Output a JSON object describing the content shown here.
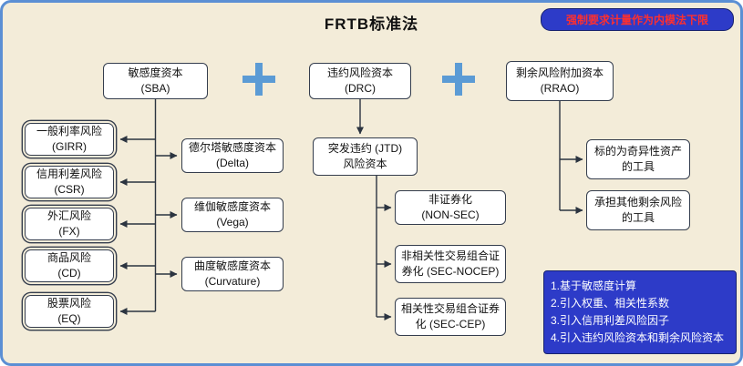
{
  "title": "FRTB标准法",
  "badge": {
    "text": "强制要求计量作为内模法下限"
  },
  "operators": [
    "+",
    "+"
  ],
  "colors": {
    "background": "#f3ecd9",
    "frame_blue": "#5b8fd4",
    "plus_blue": "#5b9bd5",
    "panel_blue": "#2d3bc8",
    "badge_text_red": "#ff2f2f",
    "box_border": "#343d4d",
    "box_fill": "#ffffff"
  },
  "nodes": {
    "sba": {
      "text": "敏感度资本\n(SBA)"
    },
    "drc": {
      "text": "违约风险资本\n(DRC)"
    },
    "rrao": {
      "text": "剩余风险附加资本\n(RRAO)"
    },
    "girr": {
      "text": "一般利率风险\n(GIRR)"
    },
    "csr": {
      "text": "信用利差风险\n(CSR)"
    },
    "fx": {
      "text": "外汇风险\n(FX)"
    },
    "cd": {
      "text": "商品风险\n(CD)"
    },
    "eq": {
      "text": "股票风险\n(EQ)"
    },
    "delta": {
      "text": "德尔塔敏感度资本\n(Delta)"
    },
    "vega": {
      "text": "维伽敏感度资本\n(Vega)"
    },
    "curvature": {
      "text": "曲度敏感度资本\n(Curvature)"
    },
    "jtd": {
      "text": "突发违约 (JTD)\n风险资本"
    },
    "nonsec": {
      "text": "非证券化\n(NON-SEC)"
    },
    "secnocep": {
      "text": "非相关性交易组合证券化 (SEC-NOCEP)"
    },
    "seccep": {
      "text": "相关性交易组合证券化 (SEC-CEP)"
    },
    "exotic": {
      "text": "标的为奇异性资产\n的工具"
    },
    "other": {
      "text": "承担其他剩余风险\n的工具"
    }
  },
  "note": {
    "lines": [
      "1.基于敏感度计算",
      "2.引入权重、相关性系数",
      "3.引入信用利差风险因子",
      "4.引入违约风险资本和剩余风险资本"
    ]
  }
}
